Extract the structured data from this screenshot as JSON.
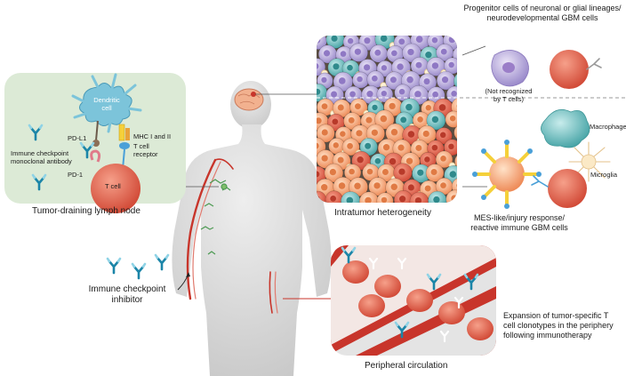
{
  "labels": {
    "progenitor": [
      "Progenitor cells of neuronal or glial lineages/",
      "neurodevelopmental GBM cells"
    ],
    "not_recognized": [
      "(Not recognized",
      "by T cells)"
    ],
    "dendritic": [
      "Dendritic",
      "cell"
    ],
    "pd_l1": "PD-L1",
    "mhc": "MHC I and II",
    "tcr": [
      "T cell",
      "receptor"
    ],
    "antibody": [
      "Immune checkpoint",
      "monoclonal antibody"
    ],
    "pd_1": "PD-1",
    "t_cell": "T cell",
    "lymph_node": "Tumor-draining lymph node",
    "macrophage": "Macrophage",
    "microglia": "Microglia",
    "heterogeneity": "Intratumor heterogeneity",
    "mes": [
      "MES-like/injury response/",
      "reactive immune GBM cells"
    ],
    "inhibitor": [
      "Immune checkpoint",
      "inhibitor"
    ],
    "expansion": [
      "Expansion of tumor-specific T",
      "cell clonotypes in the periphery",
      "following immunotherapy"
    ],
    "peripheral": "Peripheral circulation"
  },
  "colors": {
    "lymph_bg": "#dcead6",
    "periph_bg": "#e4e4e4",
    "body": "#d9d9d9",
    "vessel": "#c8352b",
    "t_cell": "#e0624e",
    "dendritic": "#7cc4da",
    "antibody": "#1b85a8",
    "gbm_purple": "#a99ad2",
    "gbm_orange": "#ef9a6a",
    "macrophage": "#62b6b6"
  }
}
